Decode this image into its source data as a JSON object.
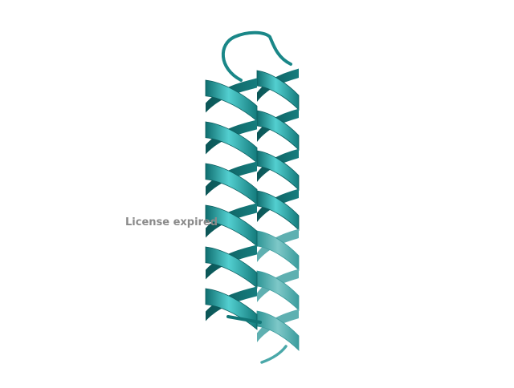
{
  "viewer": {
    "watermark_text": "License expired"
  },
  "molecule": {
    "representation": "cartoon-ribbon",
    "structure": "helix-hairpin",
    "colors": {
      "ribbon_base": "#1f8f8f",
      "ribbon_light": "#5fd3d3",
      "ribbon_dark": "#0a4f50",
      "background": "#ffffff"
    }
  }
}
